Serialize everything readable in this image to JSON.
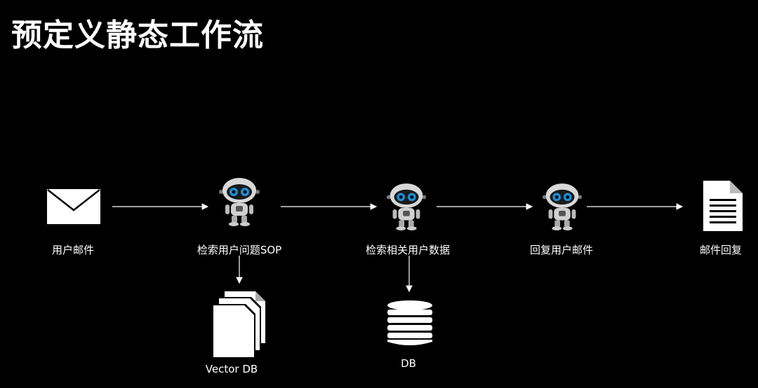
{
  "title": "预定义静态工作流",
  "nodes": {
    "email": {
      "label": "用户邮件",
      "icon": "envelope-icon"
    },
    "sop": {
      "label": "检索用户问题SOP",
      "icon": "robot-icon"
    },
    "data": {
      "label": "检索相关用户数据",
      "icon": "robot-icon"
    },
    "reply": {
      "label": "回复用户邮件",
      "icon": "robot-icon"
    },
    "output": {
      "label": "邮件回复",
      "icon": "document-icon"
    },
    "vector_db": {
      "label": "Vector DB",
      "icon": "document-stack-icon"
    },
    "db": {
      "label": "DB",
      "icon": "database-icon"
    }
  },
  "colors": {
    "background": "#000000",
    "foreground": "#ffffff",
    "robot_eye": "#1a8fd6"
  }
}
